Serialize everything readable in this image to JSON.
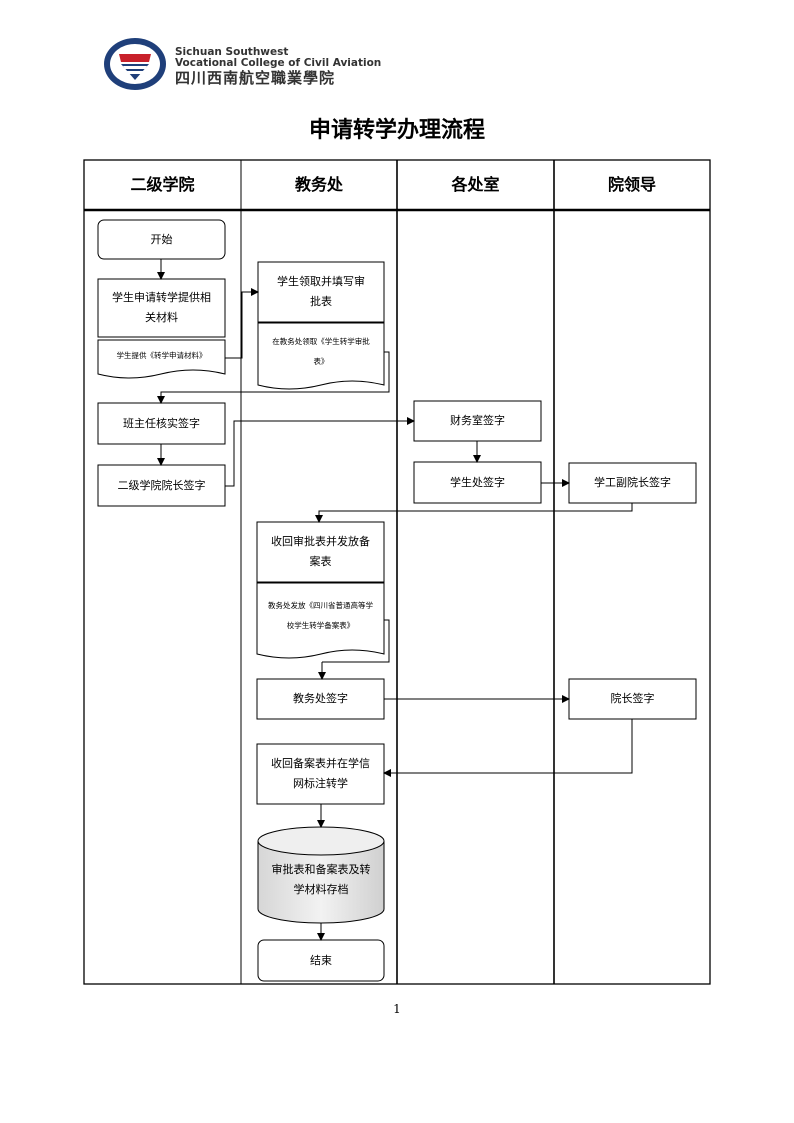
{
  "header": {
    "logo_en_line1": "Sichuan Southwest",
    "logo_en_line2": "Vocational College of Civil Aviation",
    "logo_cn": "四川西南航空職業學院"
  },
  "title": "申请转学办理流程",
  "lanes": [
    "二级学院",
    "教务处",
    "各处室",
    "院领导"
  ],
  "nodes": {
    "start": "开始",
    "apply": "学生申请转学提供相关材料",
    "apply_doc": "学生提供《转学申请材料》",
    "fill_form": "学生领取并填写审批表",
    "fill_doc": "在教务处领取《学生转学审批表》",
    "head_teacher": "班主任核实签字",
    "college_dean": "二级学院院长签字",
    "finance": "财务室签字",
    "student_office": "学生处签字",
    "vice_president": "学工副院长签字",
    "collect": "收回审批表并发放备案表",
    "collect_doc": "教务处发放《四川省普通高等学校学生转学备案表》",
    "academic_sign": "教务处签字",
    "president": "院长签字",
    "mark": "收回备案表并在学信网标注转学",
    "archive": "审批表和备案表及转学材料存档",
    "end": "结束"
  },
  "page_number": "1"
}
